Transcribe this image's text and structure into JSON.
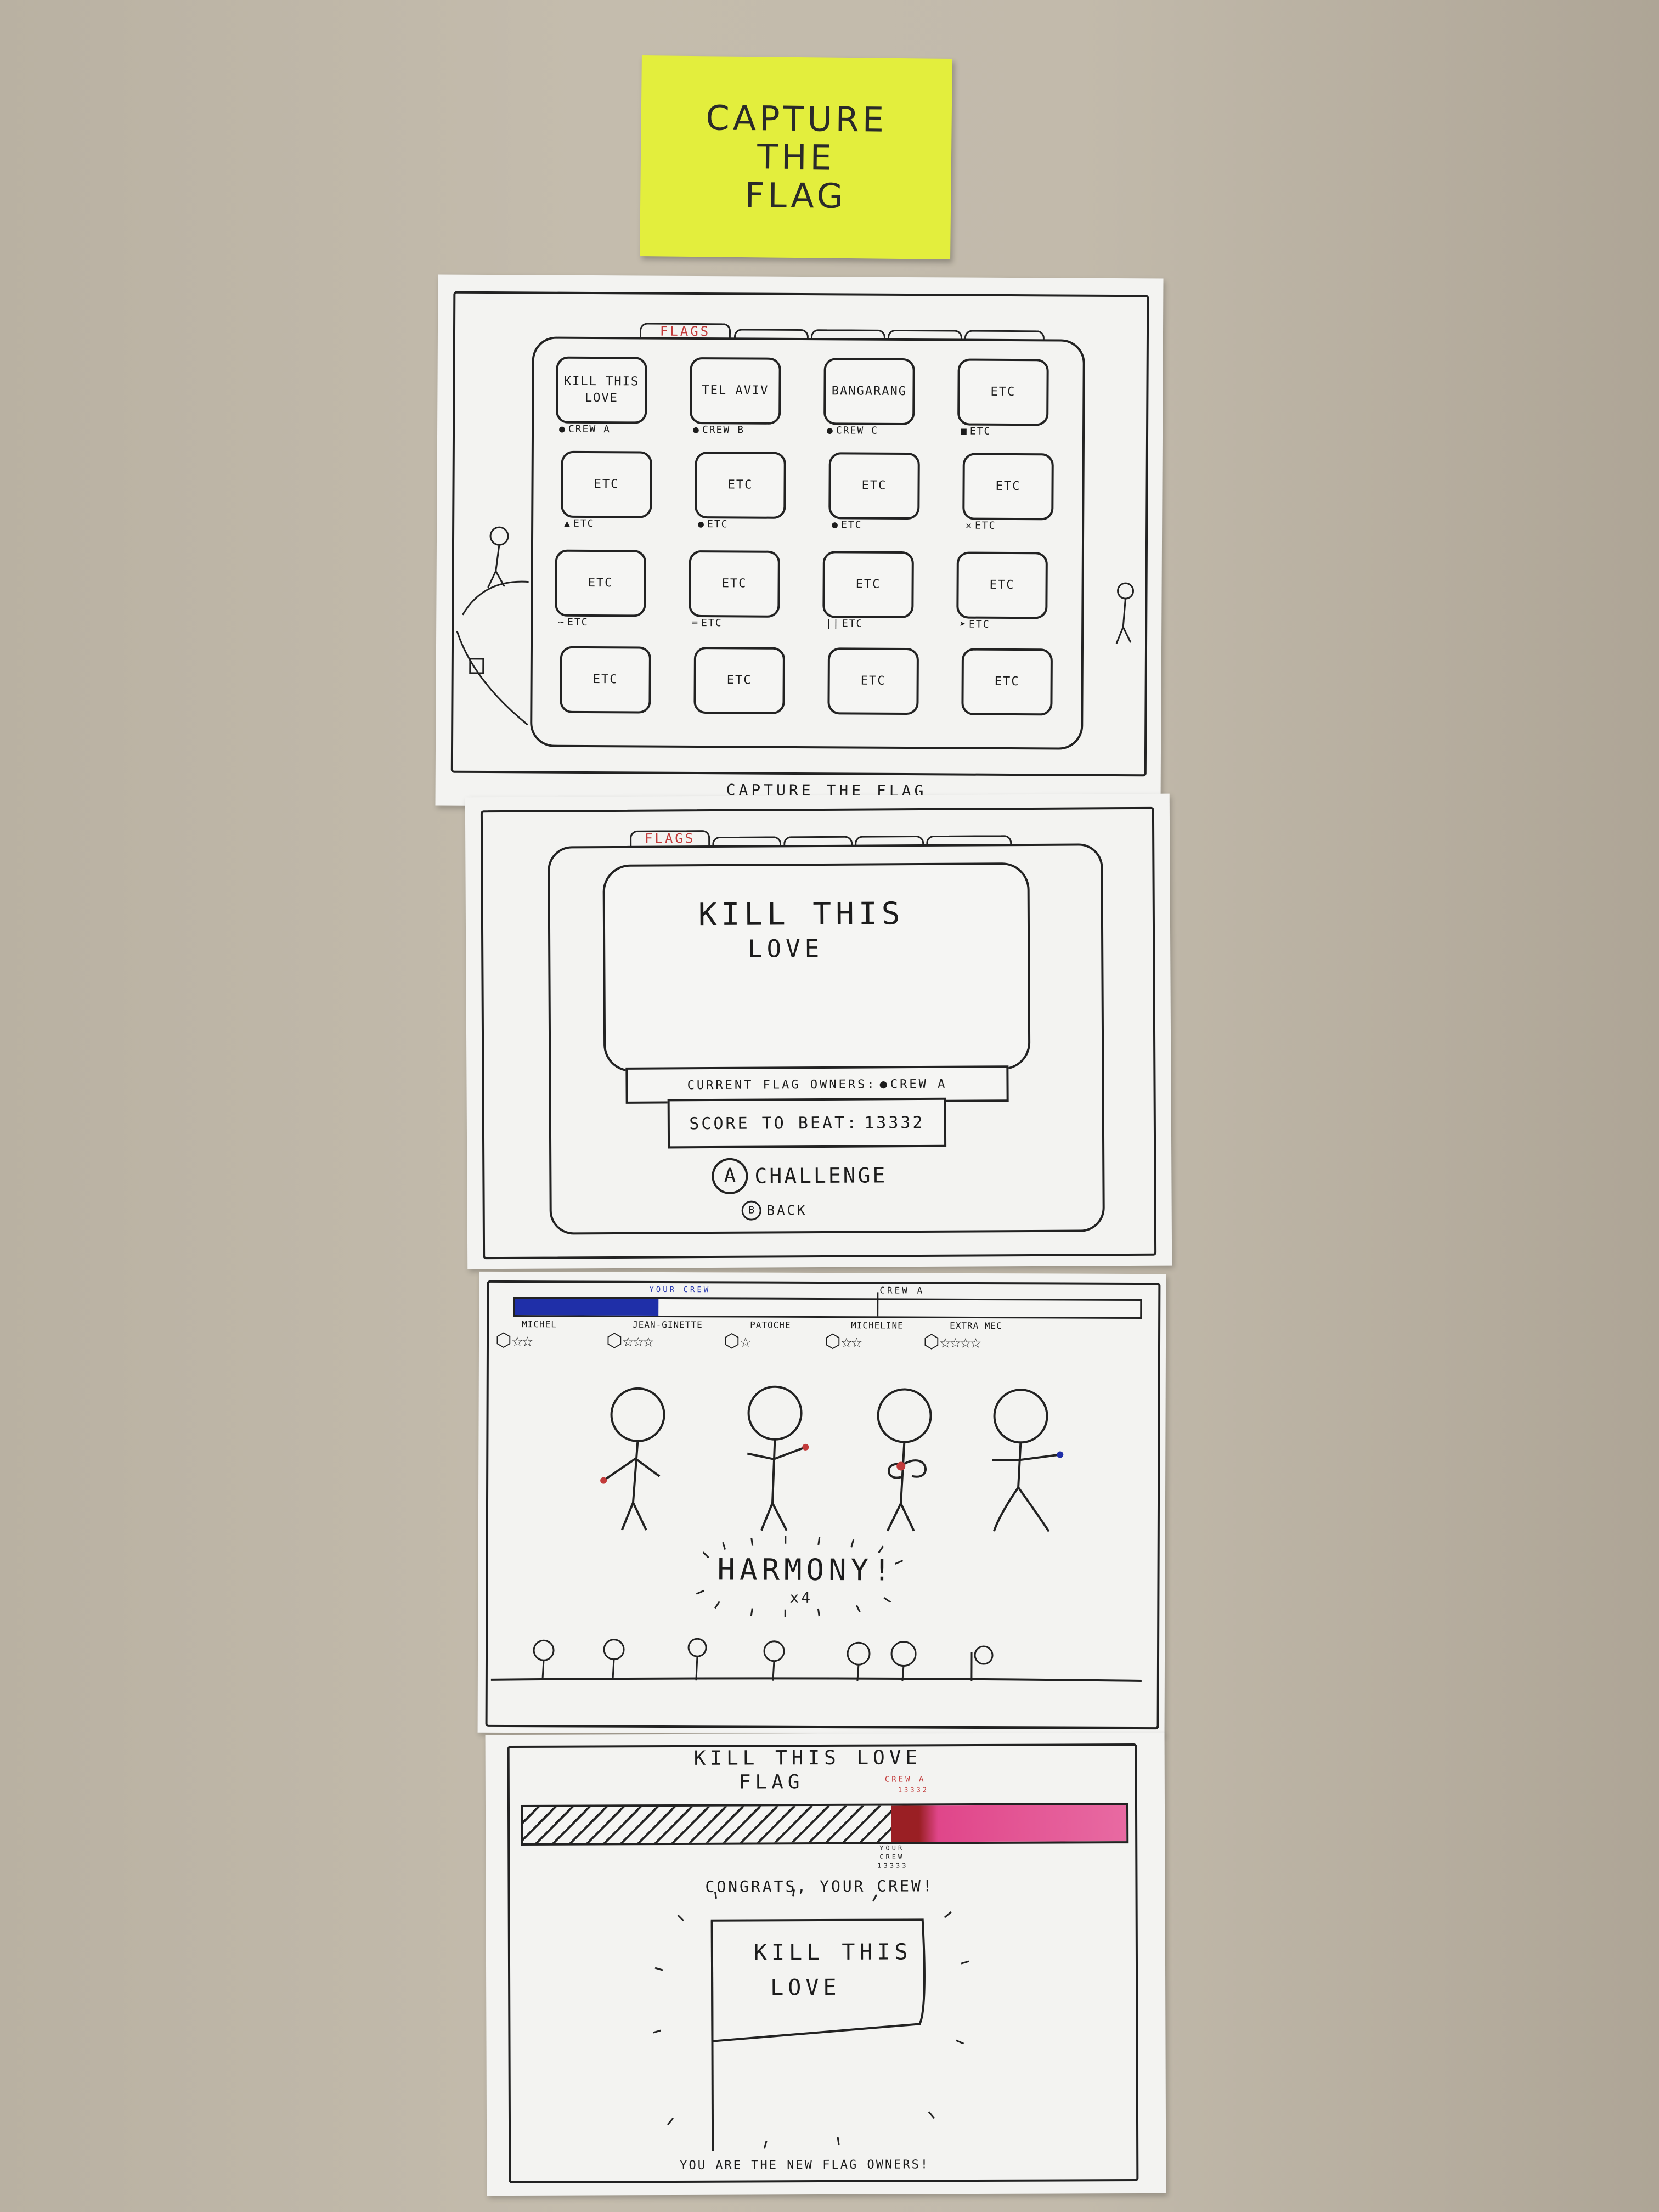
{
  "sticky_note": {
    "line1": "CAPTURE",
    "line2": "THE",
    "line3": "FLAG"
  },
  "sheet_flags_grid": {
    "tab_label": "FLAGS",
    "cards": [
      {
        "title": "KILL THIS LOVE",
        "crew": "CREW A",
        "marker": "●"
      },
      {
        "title": "TEL AVIV",
        "crew": "CREW B",
        "marker": "●"
      },
      {
        "title": "BANGARANG",
        "crew": "CREW C",
        "marker": "●"
      },
      {
        "title": "ETC",
        "crew": "ETC",
        "marker": "■"
      },
      {
        "title": "ETC",
        "crew": "ETC",
        "marker": "▲"
      },
      {
        "title": "ETC",
        "crew": "ETC",
        "marker": "●"
      },
      {
        "title": "ETC",
        "crew": "ETC",
        "marker": "●"
      },
      {
        "title": "ETC",
        "crew": "ETC",
        "marker": "✕"
      },
      {
        "title": "ETC",
        "crew": "ETC",
        "marker": "~"
      },
      {
        "title": "ETC",
        "crew": "ETC",
        "marker": "="
      },
      {
        "title": "ETC",
        "crew": "ETC",
        "marker": "||"
      },
      {
        "title": "ETC",
        "crew": "ETC",
        "marker": "➤"
      },
      {
        "title": "ETC",
        "crew": "",
        "marker": ""
      },
      {
        "title": "ETC",
        "crew": "",
        "marker": ""
      },
      {
        "title": "ETC",
        "crew": "",
        "marker": ""
      },
      {
        "title": "ETC",
        "crew": "",
        "marker": ""
      }
    ],
    "caption": "CAPTURE THE FLAG"
  },
  "sheet_flag_detail": {
    "tab_label": "FLAGS",
    "title_line1": "KILL THIS",
    "title_line2": "LOVE",
    "owners_label": "CURRENT FLAG OWNERS:",
    "owners_value": "CREW A",
    "score_label": "SCORE TO BEAT:",
    "score_value": "13332",
    "challenge_key": "A",
    "challenge_label": "CHALLENGE",
    "back_key": "B",
    "back_label": "BACK"
  },
  "sheet_gameplay": {
    "your_crew_label": "YOUR CREW",
    "opponent_label": "CREW A",
    "your_progress": 0.23,
    "members": [
      {
        "name": "MICHEL",
        "stars": "☆☆"
      },
      {
        "name": "JEAN-GINETTE",
        "stars": "☆☆☆"
      },
      {
        "name": "PATOCHE",
        "stars": "☆"
      },
      {
        "name": "MICHELINE",
        "stars": "☆☆"
      },
      {
        "name": "EXTRA MEC",
        "stars": "☆☆☆☆"
      }
    ],
    "harmony_text": "HARMONY!",
    "multiplier": "x4"
  },
  "sheet_results": {
    "title_line1": "KILL THIS LOVE",
    "title_line2": "FLAG",
    "opponent_label": "CREW A",
    "opponent_score": "13332",
    "your_label_1": "YOUR",
    "your_label_2": "CREW",
    "your_score": "13333",
    "congrats": "CONGRATS, YOUR CREW!",
    "flag_line1": "KILL THIS",
    "flag_line2": "LOVE",
    "footer": "YOU ARE THE NEW FLAG OWNERS!",
    "colors": {
      "opponent_fill": "#e0468a",
      "your_hatch": "#222222"
    }
  }
}
